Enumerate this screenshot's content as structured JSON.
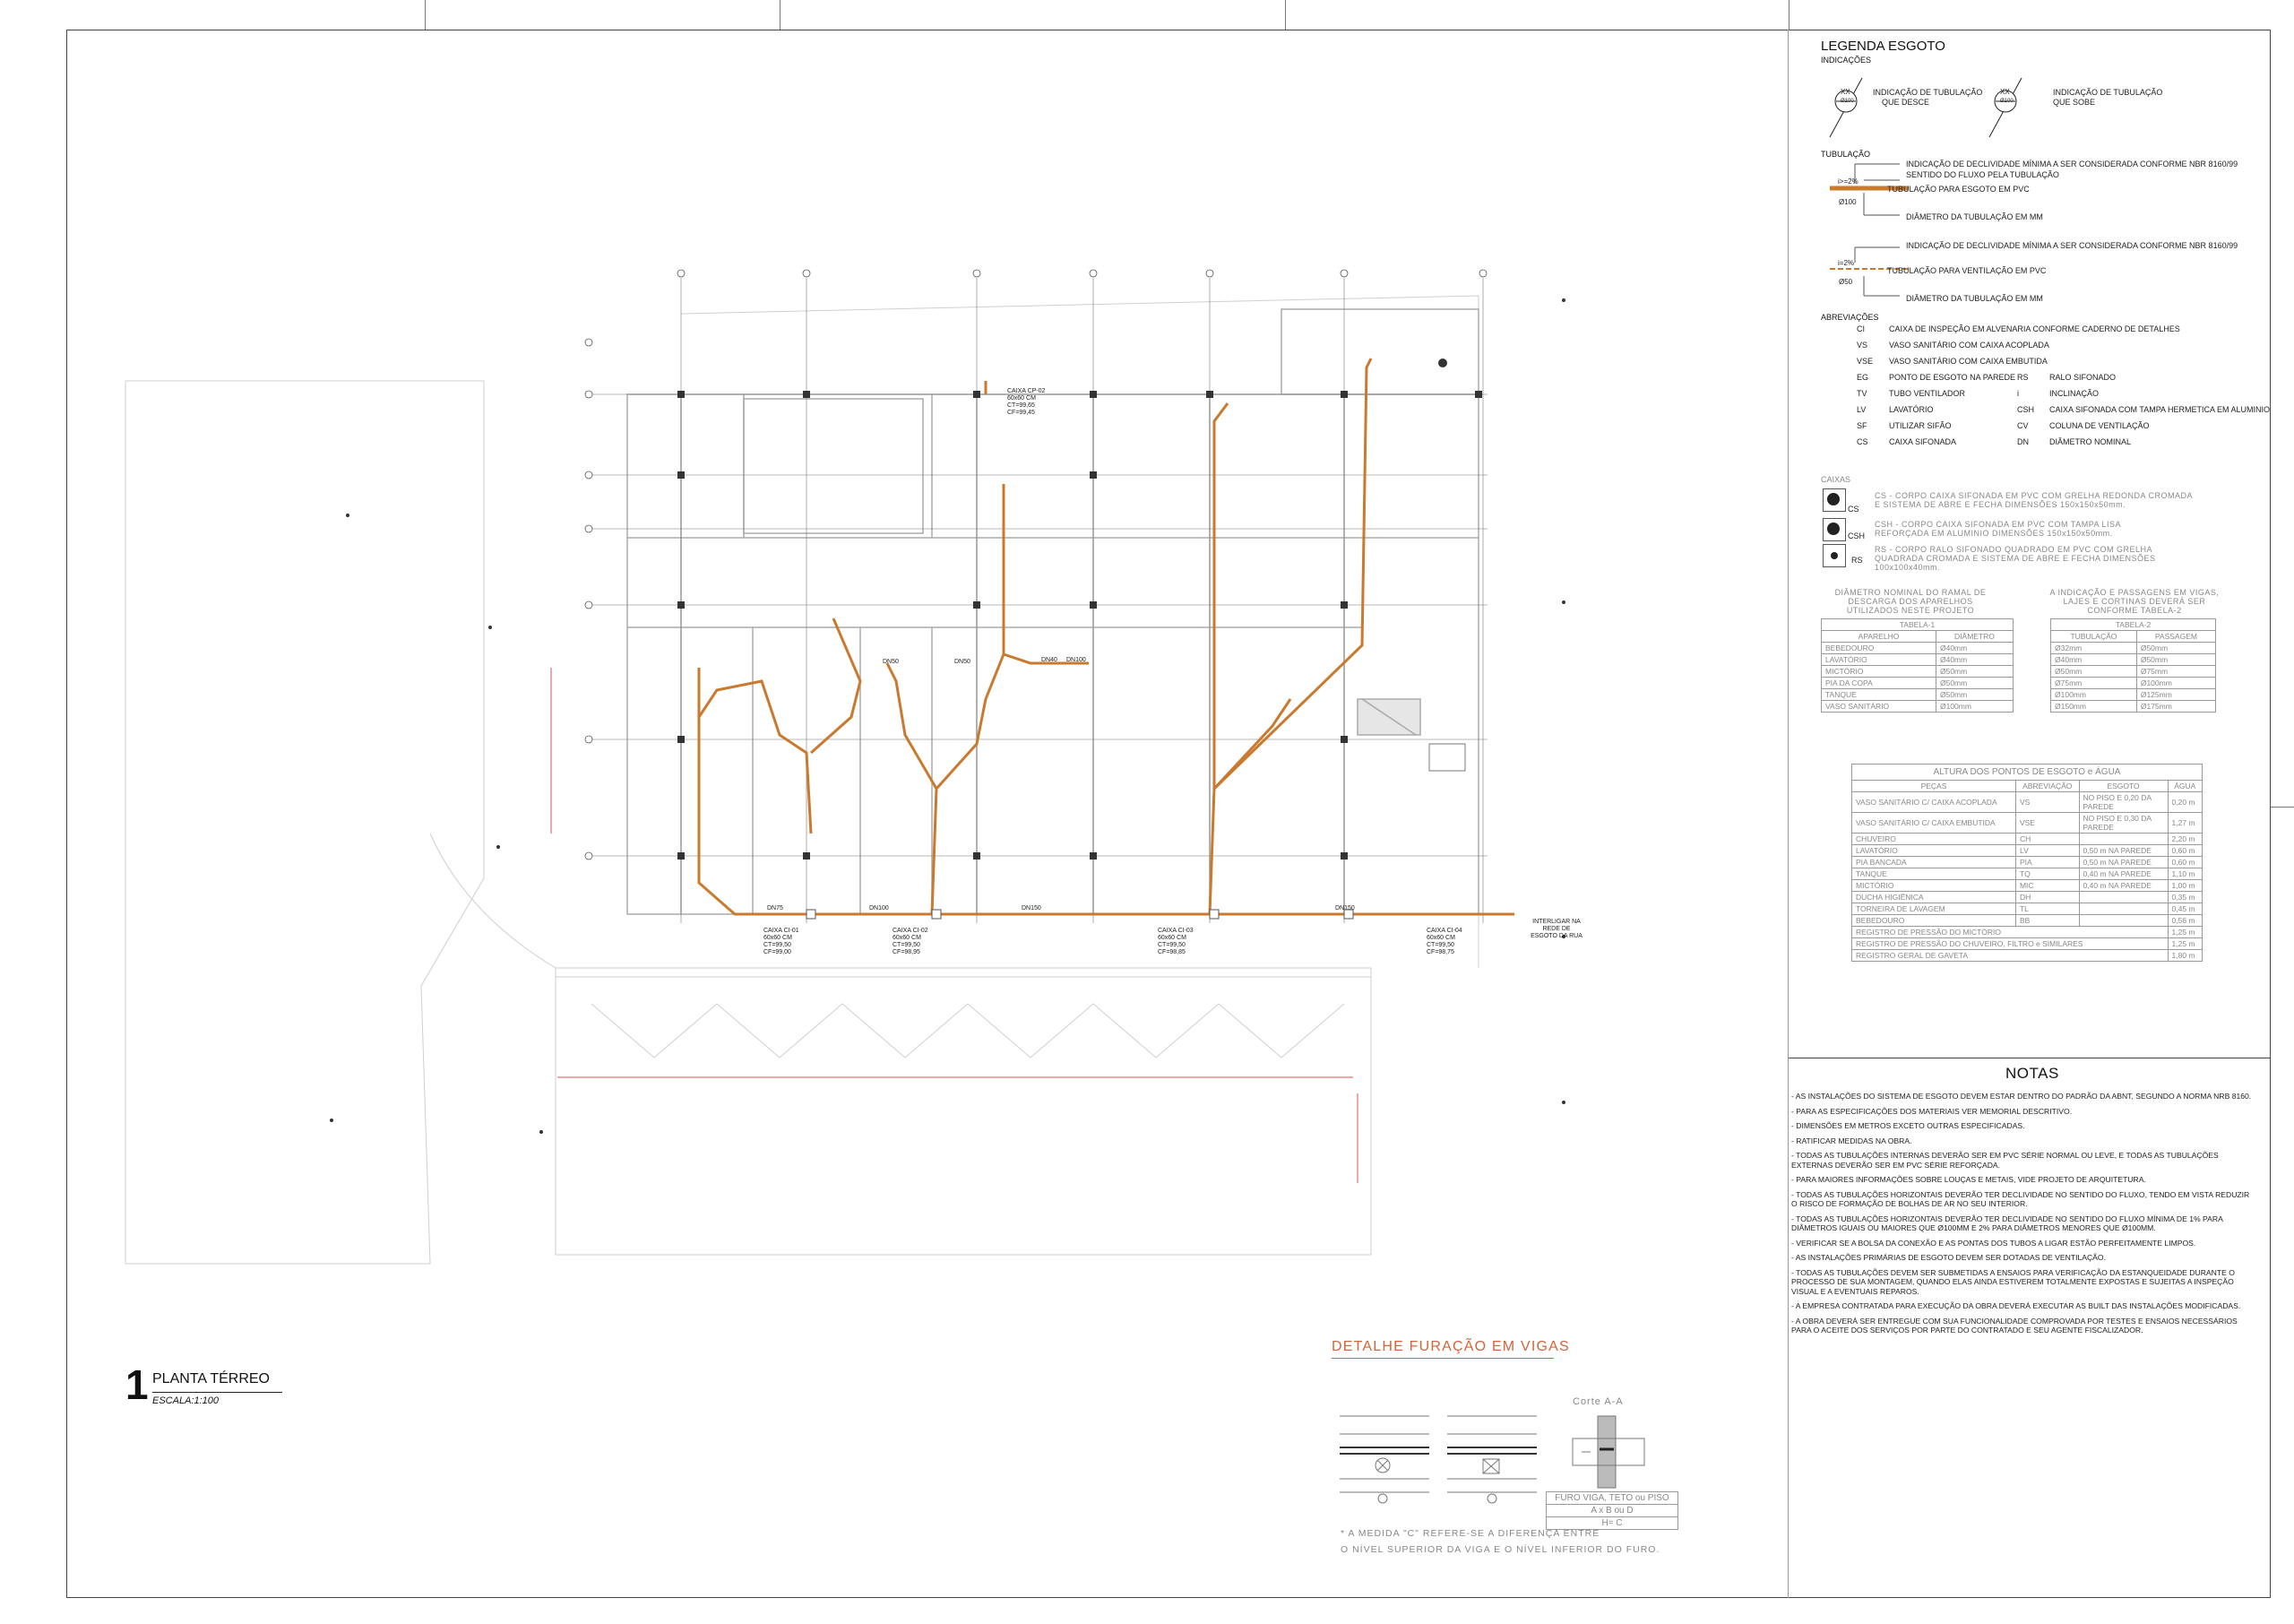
{
  "drawing": {
    "number": "1",
    "title": "PLANTA TÉRREO",
    "scale": "ESCALA:1:100"
  },
  "plan_labels": {
    "caixas": [
      {
        "name": "CAIXA CI-01",
        "dim": "60x60 CM",
        "ct": "CT=99,50",
        "cf": "CF=99,00"
      },
      {
        "name": "CAIXA CI-02",
        "dim": "60x60 CM",
        "ct": "CT=99,50",
        "cf": "CF=98,95"
      },
      {
        "name": "CAIXA CI-03",
        "dim": "60x60 CM",
        "ct": "CT=99,50",
        "cf": "CF=98,85"
      },
      {
        "name": "CAIXA CI-04",
        "dim": "60x60 CM",
        "ct": "CT=99,50",
        "cf": "CF=98,75"
      },
      {
        "name": "CAIXA CP-02",
        "dim": "60x60 CM",
        "ct": "CT=99,65",
        "cf": "CF=99,45"
      }
    ],
    "interligar": "INTERLIGAR NA REDE DE ESGOTO DA RUA",
    "dn_labels": [
      "DN75",
      "DN100",
      "DN150",
      "DN150",
      "DN50",
      "DN50",
      "DN100",
      "DN40"
    ]
  },
  "legend": {
    "title": "LEGENDA ESGOTO",
    "indicacoes_label": "INDICAÇÕES",
    "symbol_top": "XX",
    "symbol_bottom": "Ø100",
    "desce": [
      "INDICAÇÃO DE TUBULAÇÃO",
      "QUE DESCE"
    ],
    "sobe": [
      "INDICAÇÃO DE TUBULAÇÃO",
      "QUE SOBE"
    ],
    "tubulacao_label": "TUBULAÇÃO",
    "pvc_slope": "i>=2%",
    "pvc_diameter": "Ø100",
    "pvc_lines": [
      "INDICAÇÃO DE DECLIVIDADE MÍNIMA A SER CONSIDERADA CONFORME NBR 8160/99",
      "SENTIDO DO FLUXO PELA TUBULAÇÃO",
      "TUBULAÇÃO PARA ESGOTO EM PVC",
      "DIÂMETRO DA TUBULAÇÃO EM MM"
    ],
    "vent_slope": "i=2%",
    "vent_diameter": "Ø50",
    "vent_lines": [
      "INDICAÇÃO DE DECLIVIDADE MÍNIMA A SER CONSIDERADA CONFORME NBR 8160/99",
      "TUBULAÇÃO PARA VENTILAÇÃO EM PVC",
      "DIÂMETRO DA TUBULAÇÃO EM MM"
    ],
    "abreviacoes_label": "ABREVIAÇÕES",
    "abbrevs_left": [
      {
        "k": "CI",
        "v": "CAIXA DE INSPEÇÃO EM ALVENARIA CONFORME CADERNO DE DETALHES"
      },
      {
        "k": "VS",
        "v": "VASO SANITÁRIO COM CAIXA ACOPLADA"
      },
      {
        "k": "VSE",
        "v": "VASO SANITÁRIO COM CAIXA EMBUTIDA"
      },
      {
        "k": "EG",
        "v": "PONTO DE ESGOTO NA PAREDE"
      },
      {
        "k": "TV",
        "v": "TUBO VENTILADOR"
      },
      {
        "k": "LV",
        "v": "LAVATÓRIO"
      },
      {
        "k": "SF",
        "v": "UTILIZAR SIFÃO"
      },
      {
        "k": "CS",
        "v": "CAIXA SIFONADA"
      }
    ],
    "abbrevs_right": [
      {
        "k": "RS",
        "v": "RALO SIFONADO"
      },
      {
        "k": "i",
        "v": "INCLINAÇÃO"
      },
      {
        "k": "CSH",
        "v": "CAIXA SIFONADA COM TAMPA HERMETICA EM ALUMINIO"
      },
      {
        "k": "CV",
        "v": "COLUNA DE VENTILAÇÃO"
      },
      {
        "k": "DN",
        "v": "DIÂMETRO NOMINAL"
      }
    ]
  },
  "caixas": {
    "label": "CAIXAS",
    "items": [
      {
        "tag": "CS",
        "text": "CS - CORPO CAIXA SIFONADA EM PVC COM GRELHA REDONDA CROMADA E SISTEMA DE ABRE E FECHA DIMENSÕES 150x150x50mm."
      },
      {
        "tag": "CSH",
        "text": "CSH - CORPO CAIXA SIFONADA EM PVC COM TAMPA LISA REFORÇADA EM ALUMINIO DIMENSÕES 150x150x50mm."
      },
      {
        "tag": "RS",
        "text": "RS - CORPO RALO SIFONADO QUADRADO EM PVC COM GRELHA QUADRADA CROMADA E SISTEMA DE ABRE E FECHA DIMENSÕES 100x100x40mm."
      }
    ]
  },
  "tabela1": {
    "caption": "DIÂMETRO NOMINAL DO RAMAL DE DESCARGA DOS APARELHOS UTILIZADOS NESTE PROJETO",
    "title": "TABELA-1",
    "headers": [
      "APARELHO",
      "DIÂMETRO"
    ],
    "rows": [
      [
        "BEBEDOURO",
        "Ø40mm"
      ],
      [
        "LAVATÓRIO",
        "Ø40mm"
      ],
      [
        "MICTÓRIO",
        "Ø50mm"
      ],
      [
        "PIA DA COPA",
        "Ø50mm"
      ],
      [
        "TANQUE",
        "Ø50mm"
      ],
      [
        "VASO SANITÁRIO",
        "Ø100mm"
      ]
    ]
  },
  "tabela2": {
    "caption": "A INDICAÇÃO E PASSAGENS EM VIGAS, LAJES E CORTINAS DEVERÁ SER CONFORME TABELA-2",
    "title": "TABELA-2",
    "headers": [
      "TUBULAÇÃO",
      "PASSAGEM"
    ],
    "rows": [
      [
        "Ø32mm",
        "Ø50mm"
      ],
      [
        "Ø40mm",
        "Ø50mm"
      ],
      [
        "Ø50mm",
        "Ø75mm"
      ],
      [
        "Ø75mm",
        "Ø100mm"
      ],
      [
        "Ø100mm",
        "Ø125mm"
      ],
      [
        "Ø150mm",
        "Ø175mm"
      ]
    ]
  },
  "alturas": {
    "title": "ALTURA DOS PONTOS DE ESGOTO e ÁGUA",
    "headers": [
      "PEÇAS",
      "ABREVIAÇÃO",
      "ESGOTO",
      "ÁGUA"
    ],
    "rows": [
      [
        "VASO SANITÁRIO C/ CAIXA ACOPLADA",
        "VS",
        "NO PISO E 0,20 DA PAREDE",
        "0,20 m"
      ],
      [
        "VASO SANITÁRIO C/ CAIXA EMBUTIDA",
        "VSE",
        "NO PISO E 0,30 DA PAREDE",
        "1,27 m"
      ],
      [
        "CHUVEIRO",
        "CH",
        "",
        "2,20 m"
      ],
      [
        "LAVATÓRIO",
        "LV",
        "0,50 m NA PAREDE",
        "0,60 m"
      ],
      [
        "PIA BANCADA",
        "PIA",
        "0,50 m NA PAREDE",
        "0,60 m"
      ],
      [
        "TANQUE",
        "TQ",
        "0,40 m NA PAREDE",
        "1,10 m"
      ],
      [
        "MICTÓRIO",
        "MIC",
        "0,40 m NA PAREDE",
        "1,00 m"
      ],
      [
        "DUCHA HIGIÊNICA",
        "DH",
        "",
        "0,35 m"
      ],
      [
        "TORNEIRA DE LAVAGEM",
        "TL",
        "",
        "0,45 m"
      ],
      [
        "BEBEDOURO",
        "BB",
        "",
        "0,56 m"
      ]
    ],
    "wide_rows": [
      [
        "REGISTRO DE PRESSÃO DO MICTÓRIO",
        "1,25 m"
      ],
      [
        "REGISTRO DE PRESSÃO DO CHUVEIRO, FILTRO e SIMILARES",
        "1,25 m"
      ],
      [
        "REGISTRO GERAL DE GAVETA",
        "1,80 m"
      ]
    ]
  },
  "notas": {
    "title": "NOTAS",
    "items": [
      "- AS INSTALAÇÕES DO SISTEMA DE ESGOTO DEVEM ESTAR DENTRO DO PADRÃO DA ABNT, SEGUNDO A NORMA NRB 8160.",
      "- PARA AS ESPECIFICAÇÕES DOS MATERIAIS VER MEMORIAL DESCRITIVO.",
      "- DIMENSÕES EM METROS EXCETO OUTRAS ESPECIFICADAS.",
      "- RATIFICAR MEDIDAS NA OBRA.",
      "- TODAS AS TUBULAÇÕES INTERNAS DEVERÃO SER EM PVC SÉRIE NORMAL OU LEVE, E TODAS AS TUBULAÇÕES EXTERNAS DEVERÃO SER EM PVC SÉRIE REFORÇADA.",
      "- PARA MAIORES INFORMAÇÕES SOBRE LOUÇAS E METAIS, VIDE PROJETO DE ARQUITETURA.",
      "- TODAS AS TUBULAÇÕES HORIZONTAIS DEVERÃO TER DECLIVIDADE NO SENTIDO DO FLUXO, TENDO EM VISTA REDUZIR O RISCO DE FORMAÇÃO DE BOLHAS DE AR NO SEU INTERIOR.",
      "- TODAS AS TUBULAÇÕES HORIZONTAIS DEVERÃO TER DECLIVIDADE NO SENTIDO DO FLUXO MÍNIMA DE 1% PARA DIÂMETROS IGUAIS OU MAIORES QUE Ø100MM E 2% PARA DIÂMETROS MENORES QUE Ø100MM.",
      "- VERIFICAR SE A BOLSA DA CONEXÃO E AS PONTAS DOS TUBOS A LIGAR ESTÃO PERFEITAMENTE LIMPOS.",
      "- AS INSTALAÇÕES PRIMÁRIAS DE ESGOTO DEVEM SER DOTADAS DE VENTILAÇÃO.",
      "- TODAS AS TUBULAÇÕES DEVEM SER SUBMETIDAS A ENSAIOS PARA VERIFICAÇÃO DA ESTANQUEIDADE DURANTE O PROCESSO DE SUA MONTAGEM, QUANDO ELAS AINDA ESTIVEREM TOTALMENTE EXPOSTAS E SUJEITAS A INSPEÇÃO VISUAL E A EVENTUAIS REPAROS.",
      "- A EMPRESA CONTRATADA PARA EXECUÇÃO DA OBRA DEVERÁ EXECUTAR AS BUILT DAS INSTALAÇÕES MODIFICADAS.",
      "- A OBRA DEVERÁ SER ENTREGUE COM SUA FUNCIONALIDADE COMPROVADA POR TESTES E ENSAIOS NECESSÁRIOS PARA O ACEITE DOS SERVIÇOS POR PARTE DO CONTRATADO E SEU AGENTE FISCALIZADOR."
    ]
  },
  "detalhe": {
    "title": "DETALHE FURAÇÃO EM VIGAS",
    "corte": "Corte A-A",
    "furo_title": "FURO VIGA, TETO ou PISO",
    "furo_row1": "A x B ou D",
    "furo_row2": "H= C",
    "nota": [
      "*  A MEDIDA \"C\" REFERE-SE A DIFERENÇA  ENTRE",
      "O NÍVEL SUPERIOR DA VIGA E O NÍVEL INFERIOR DO FURO."
    ]
  },
  "colors": {
    "pipe": "#c97a2e",
    "accent_red": "#d9534f",
    "line": "#444444",
    "faint": "#bbbbbb"
  }
}
